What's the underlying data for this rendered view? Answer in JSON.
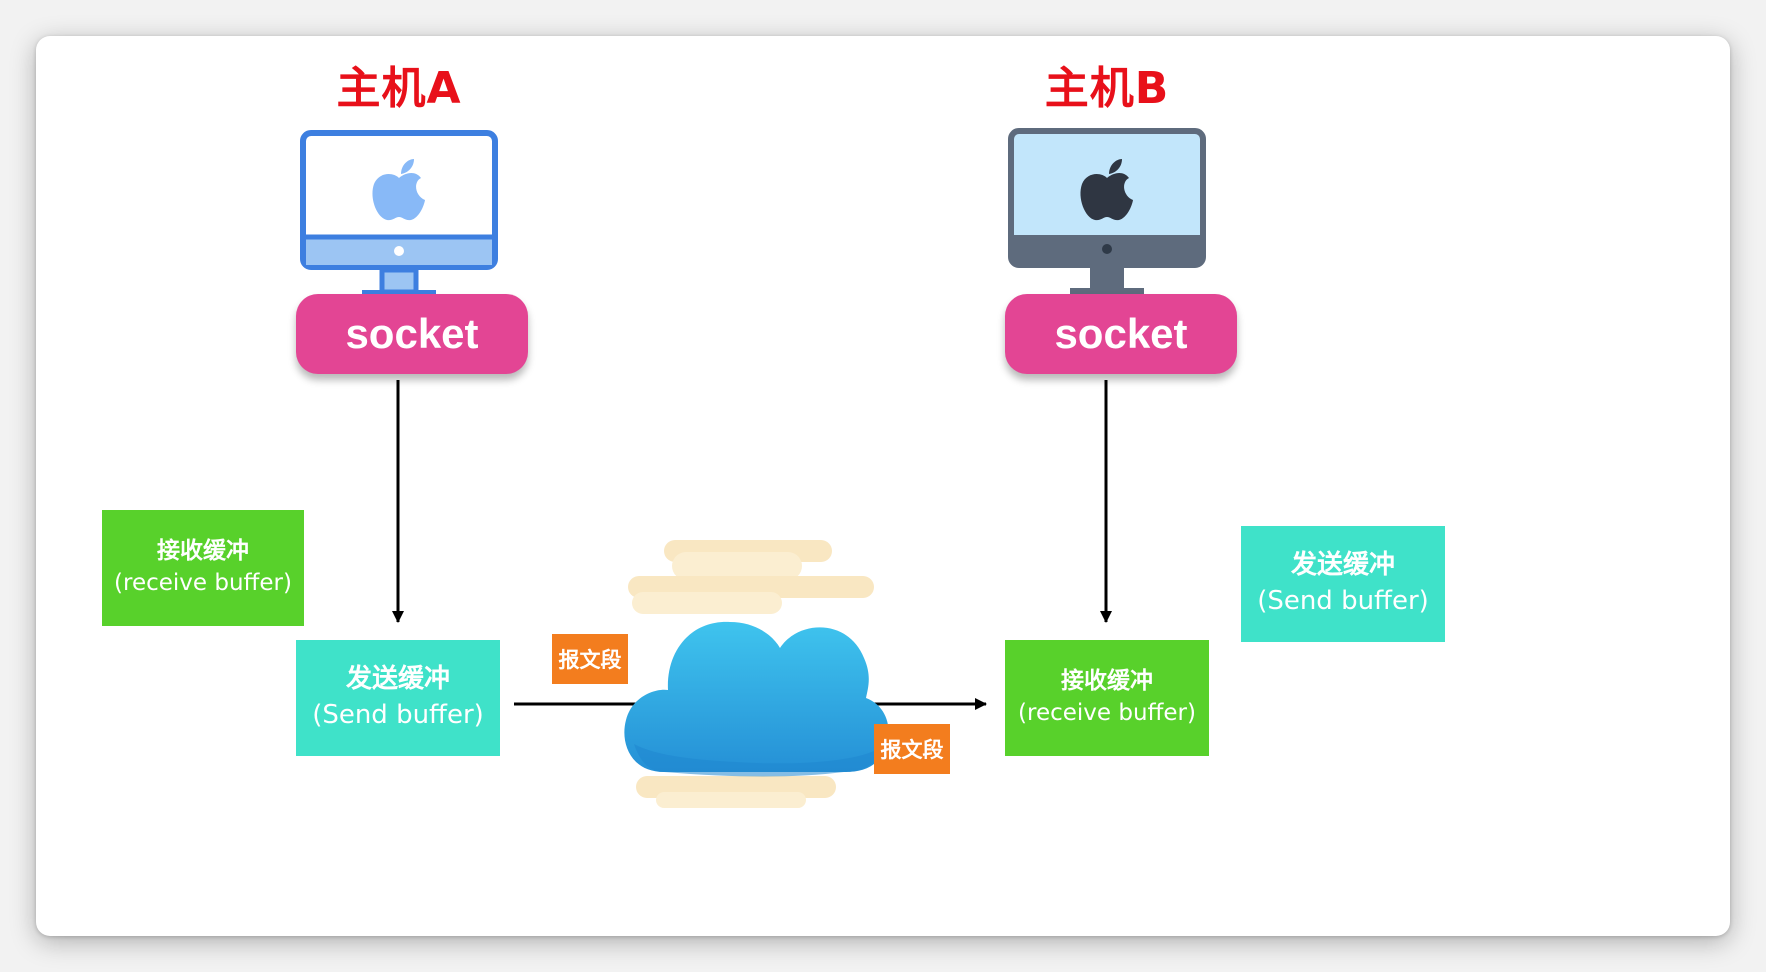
{
  "hosts": {
    "a": {
      "title": "主机A",
      "socket_label": "socket"
    },
    "b": {
      "title": "主机B",
      "socket_label": "socket"
    }
  },
  "buffers": {
    "a_receive": {
      "cn": "接收缓冲",
      "en": "(receive buffer)"
    },
    "a_send": {
      "cn": "发送缓冲",
      "en": "(Send buffer)"
    },
    "b_receive": {
      "cn": "接收缓冲",
      "en": "(receive buffer)"
    },
    "b_send": {
      "cn": "发送缓冲",
      "en": "(Send buffer)"
    }
  },
  "segments": {
    "left": "报文段",
    "right": "报文段"
  },
  "icons": {
    "host_a_computer": "imac-icon",
    "host_b_computer": "imac-icon",
    "network": "cloud-icon"
  },
  "colors": {
    "title": "#e8101a",
    "socket": "#e34594",
    "receive_buffer": "#58d12b",
    "send_buffer": "#3fe2c9",
    "segment": "#f37d1e",
    "cloud": "#34b1e6",
    "arrow": "#000000"
  }
}
